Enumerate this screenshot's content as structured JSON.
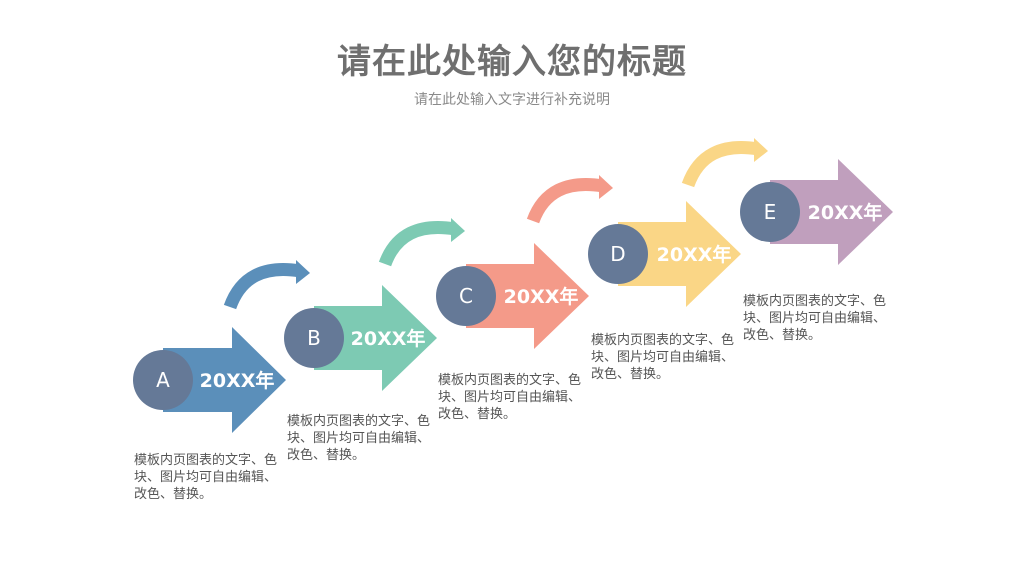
{
  "title": "请在此处输入您的标题",
  "subtitle": "请在此处输入文字进行补充说明",
  "steps": [
    {
      "letter": "A",
      "year": "20XX年",
      "desc": "模板内页图表的文字、色块、图片均可自由编辑、改色、替换。",
      "color": "#5b8fba"
    },
    {
      "letter": "B",
      "year": "20XX年",
      "desc": "模板内页图表的文字、色块、图片均可自由编辑、改色、替换。",
      "color": "#7dcab3"
    },
    {
      "letter": "C",
      "year": "20XX年",
      "desc": "模板内页图表的文字、色块、图片均可自由编辑、改色、替换。",
      "color": "#f49a89"
    },
    {
      "letter": "D",
      "year": "20XX年",
      "desc": "模板内页图表的文字、色块、图片均可自由编辑、改色、替换。",
      "color": "#fad686"
    },
    {
      "letter": "E",
      "year": "20XX年",
      "desc": "模板内页图表的文字、色块、图片均可自由编辑、改色、替换。",
      "color": "#c09fbd"
    }
  ],
  "circle_color": "#657997"
}
